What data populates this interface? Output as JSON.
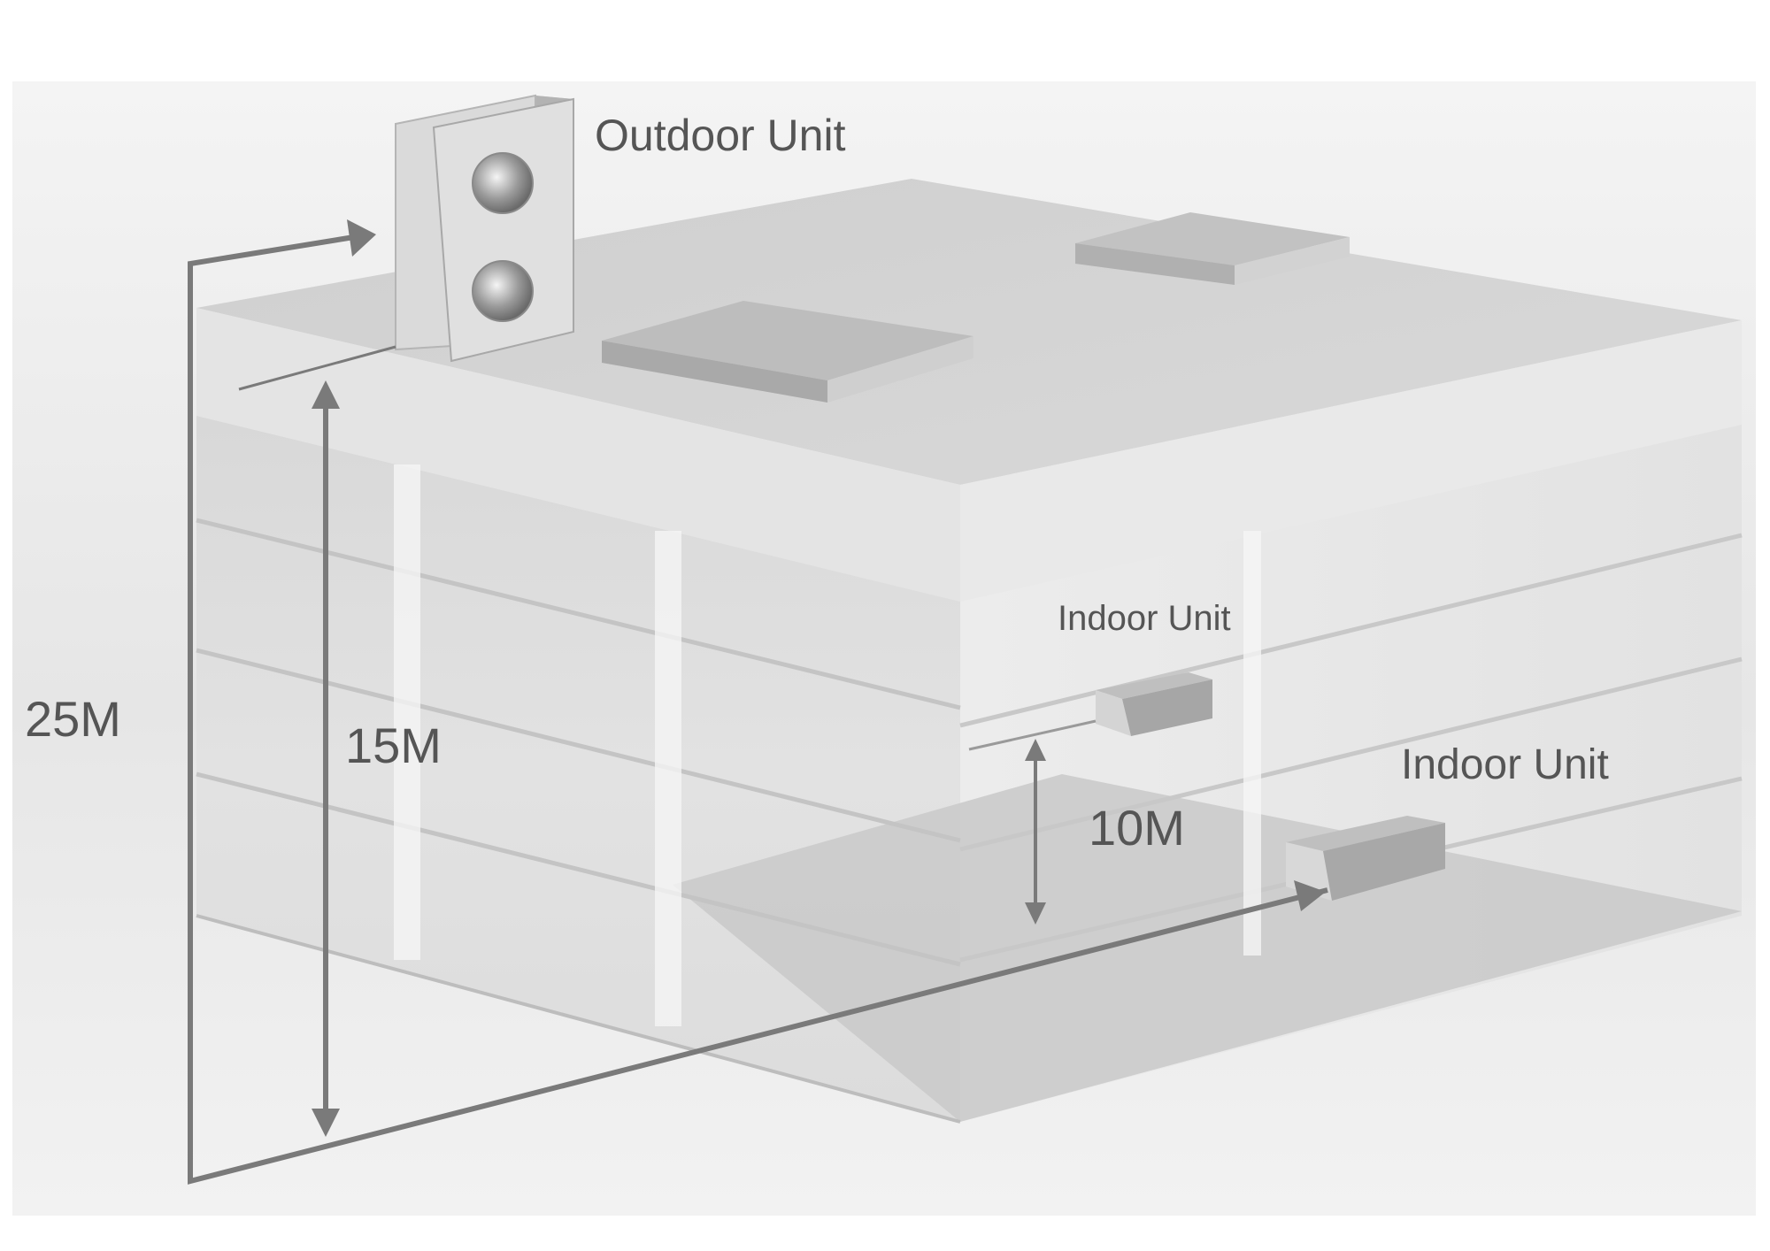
{
  "labels": {
    "outdoor_unit": "Outdoor Unit",
    "indoor_unit_upper": "Indoor Unit",
    "indoor_unit_lower": "Indoor Unit",
    "height_total": "25M",
    "height_lower_indoor": "15M",
    "height_between_indoor": "10M"
  },
  "icons": {
    "outdoor_fan": "fan-icon"
  },
  "colors": {
    "background": "#ffffff",
    "panel": "#ededed",
    "building": "#dcdcdc",
    "pipe": "#7a7a7a",
    "text": "#555555"
  }
}
